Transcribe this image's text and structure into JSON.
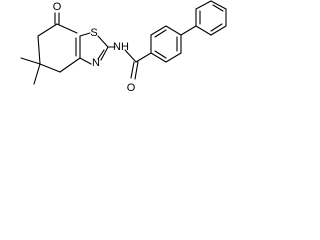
{
  "molecule": {
    "atoms": [
      {
        "id": "O1",
        "label": "O"
      },
      {
        "id": "S1",
        "label": "S"
      },
      {
        "id": "N1",
        "label": "NH"
      },
      {
        "id": "N2",
        "label": "N"
      },
      {
        "id": "O2",
        "label": "O"
      }
    ],
    "colors": {
      "bond": "#000000",
      "label": "#000000",
      "background": "#ffffff"
    }
  }
}
